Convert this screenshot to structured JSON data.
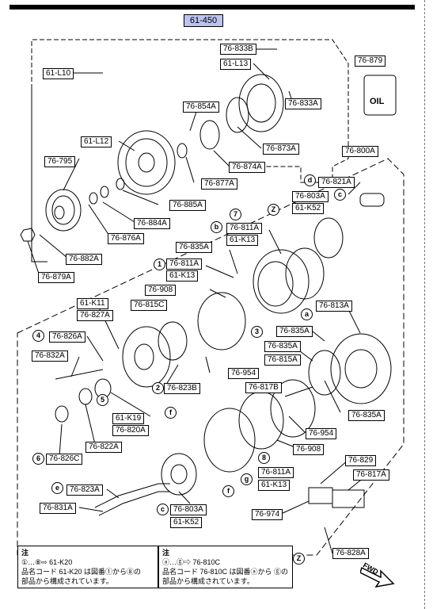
{
  "title": "61-450",
  "labels": {
    "L61L10": "61-L10",
    "L76833B": "76-833B",
    "L61L13": "61-L13",
    "L76879": "76-879",
    "L76833A": "76-833A",
    "L76854A": "76-854A",
    "L61L12": "61-L12",
    "L76873A": "76-873A",
    "L76874A": "76-874A",
    "L76877A": "76-877A",
    "L76800A": "76-800A",
    "L76795": "76-795",
    "L76885A": "76-885A",
    "L76821A": "76-821A",
    "L76803A_top": "76-803A",
    "L61K52_top": "61-K52",
    "L76884A": "76-884A",
    "L76876A": "76-876A",
    "L76811A_top": "76-811A",
    "L61K13_top": "61-K13",
    "L76835A_top": "76-835A",
    "L76882A": "76-882A",
    "L76879A": "76-879A",
    "L76811A_mid": "76-811A",
    "L61K13_mid": "61-K13",
    "L76908_top": "76-908",
    "L61K11": "61-K11",
    "L76815C": "76-815C",
    "L76827A": "76-827A",
    "L76813A": "76-813A",
    "L76835A_a": "76-835A",
    "L76826A": "76-826A",
    "L76835A_b": "76-835A",
    "L76832A": "76-832A",
    "L76815A": "76-815A",
    "L76954_top": "76-954",
    "L76823B": "76-823B",
    "L76817B": "76-817B",
    "L61K19": "61-K19",
    "L76820A": "76-820A",
    "L76835A_c": "76-835A",
    "L76954_bot": "76-954",
    "L76822A": "76-822A",
    "L76908_bot": "76-908",
    "L76826C": "76-826C",
    "L76829": "76-829",
    "L76811A_bot": "76-811A",
    "L76817A": "76-817A",
    "L61K13_bot": "61-K13",
    "L76823A": "76-823A",
    "L76831A": "76-831A",
    "L76803A_bot": "76-803A",
    "L61K52_bot": "61-K52",
    "L76974": "76-974",
    "L76828A": "76-828A",
    "oil": "OIL"
  },
  "circles": {
    "n1": "1",
    "n2": "2",
    "n3": "3",
    "n4": "4",
    "n5": "5",
    "n6": "6",
    "n7": "7",
    "n8": "8",
    "a": "a",
    "b": "b",
    "c": "c",
    "d": "d",
    "e": "e",
    "f1": "f",
    "f2": "f",
    "g": "g",
    "z1": "Z",
    "z2": "Z"
  },
  "note1": {
    "head": "注",
    "line1": "①…⑧⇨ 61-K20",
    "line2": "品名コード 61-K20 は図番①から⑧の",
    "line3": "部品から構成されています。"
  },
  "note2": {
    "head": "注",
    "line1": "ⓐ…ⓖ⇨ 76-810C",
    "line2": "品名コード 76-810C は図番ⓐから ⓖの",
    "line3": "部品から構成されています。"
  },
  "fwd": "FWD"
}
